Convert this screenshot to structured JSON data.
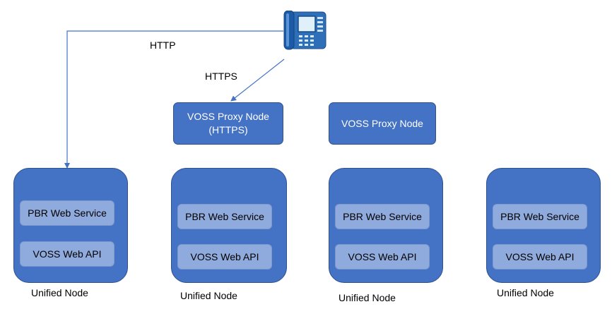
{
  "connections": {
    "http_label": "HTTP",
    "https_label": "HTTPS"
  },
  "proxies": [
    {
      "title_line1": "VOSS Proxy Node",
      "title_line2": "(HTTPS)"
    },
    {
      "title_line1": "VOSS Proxy Node",
      "title_line2": ""
    }
  ],
  "unified_nodes": [
    {
      "service": "PBR Web Service",
      "api": "VOSS Web API",
      "caption": "Unified Node"
    },
    {
      "service": "PBR Web Service",
      "api": "VOSS Web API",
      "caption": "Unified Node"
    },
    {
      "service": "PBR Web Service",
      "api": "VOSS Web API",
      "caption": "Unified Node"
    },
    {
      "service": "PBR Web Service",
      "api": "VOSS Web API",
      "caption": "Unified Node"
    }
  ],
  "icons": {
    "endpoint": "ip-phone-icon"
  },
  "colors": {
    "node_fill": "#4472c4",
    "inner_fill": "#8faadc",
    "line": "#4472c4"
  }
}
